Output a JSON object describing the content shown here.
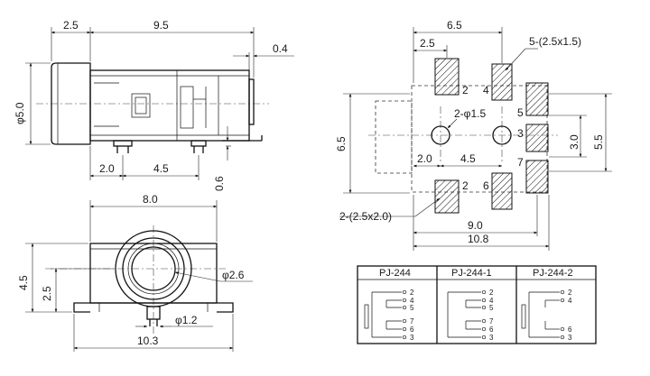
{
  "side_view": {
    "dim_top_left": "2.5",
    "dim_top_total": "9.5",
    "dim_pin": "0.4",
    "dim_diameter": "φ5.0",
    "dim_b1": "2.0",
    "dim_b2": "4.5",
    "dim_b3": "0.6"
  },
  "front_view": {
    "dim_top": "8.0",
    "dim_left_outer": "4.5",
    "dim_left_inner": "2.5",
    "dim_bore": "φ2.6",
    "dim_pin": "φ1.2",
    "dim_bottom": "10.3"
  },
  "footprint": {
    "dim_top_outer": "6.5",
    "dim_top_inner": "2.5",
    "dim_pad_big": "5-(2.5x1.5)",
    "dim_hole": "2-φ1.5",
    "dim_left": "6.5",
    "dim_right_inner": "3.0",
    "dim_right_outer": "5.5",
    "dim_mid_a": "2.0",
    "dim_mid_b": "4.5",
    "dim_pad_small": "2-(2.5x2.0)",
    "dim_bottom_inner": "9.0",
    "dim_bottom_outer": "10.8",
    "pad_labels": {
      "p2_top": "2",
      "p4": "4",
      "p5": "5",
      "p3": "3",
      "p7": "7",
      "p2_bot": "2",
      "p6": "6"
    }
  },
  "schematics": {
    "headers": [
      "PJ-244",
      "PJ-244-1",
      "PJ-244-2"
    ],
    "pins_1": [
      "2",
      "4",
      "5",
      "7",
      "6",
      "3"
    ],
    "pins_2": [
      "2",
      "4",
      "5",
      "7",
      "6",
      "3"
    ],
    "pins_3": [
      "2",
      "4",
      "6",
      "3"
    ]
  }
}
